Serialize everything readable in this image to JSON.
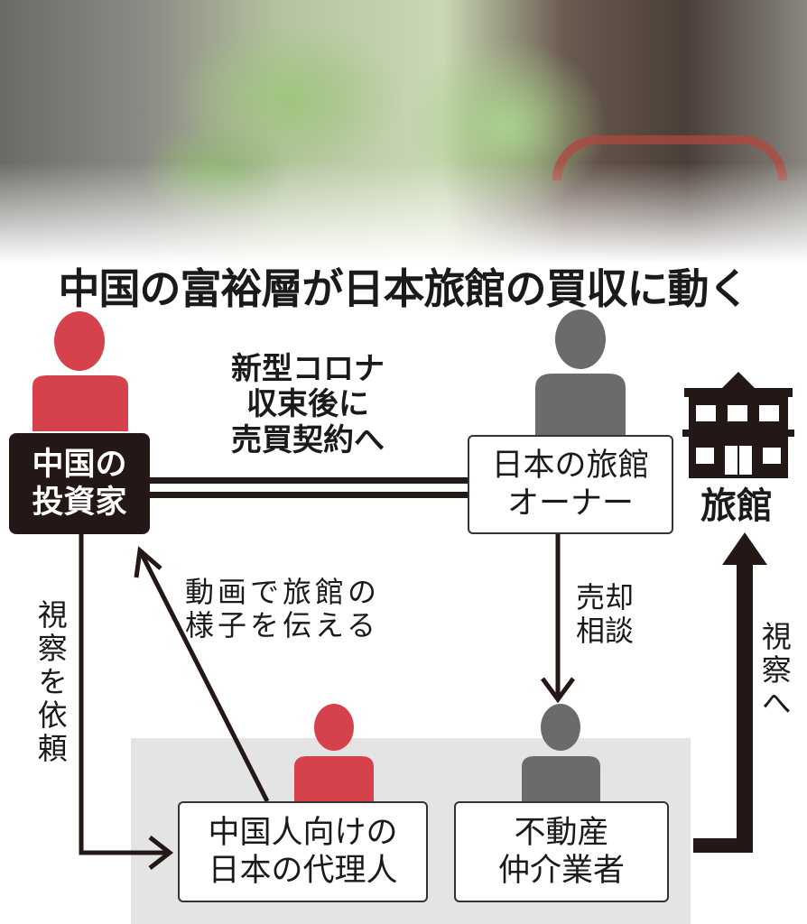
{
  "title": "中国の富裕層が日本旅館の買収に動く",
  "nodes": {
    "investor": [
      "中国の",
      "投資家"
    ],
    "owner": [
      "日本の旅館",
      "オーナー"
    ],
    "ryokan": "旅館",
    "agent": [
      "中国人向けの",
      "日本の代理人"
    ],
    "broker": [
      "不動産",
      "仲介業者"
    ]
  },
  "labels": {
    "contract": [
      "新型コロナ",
      "収束後に",
      "売買契約へ"
    ],
    "video": [
      "動画で旅館の",
      "様子を伝える"
    ],
    "consult": [
      "売却",
      "相談"
    ],
    "request": "視察を依頼",
    "inspect": "視察へ"
  },
  "colors": {
    "red": "#d6424b",
    "gray": "#6b6b6b",
    "dark": "#231815",
    "area": "#e4e4e4"
  }
}
